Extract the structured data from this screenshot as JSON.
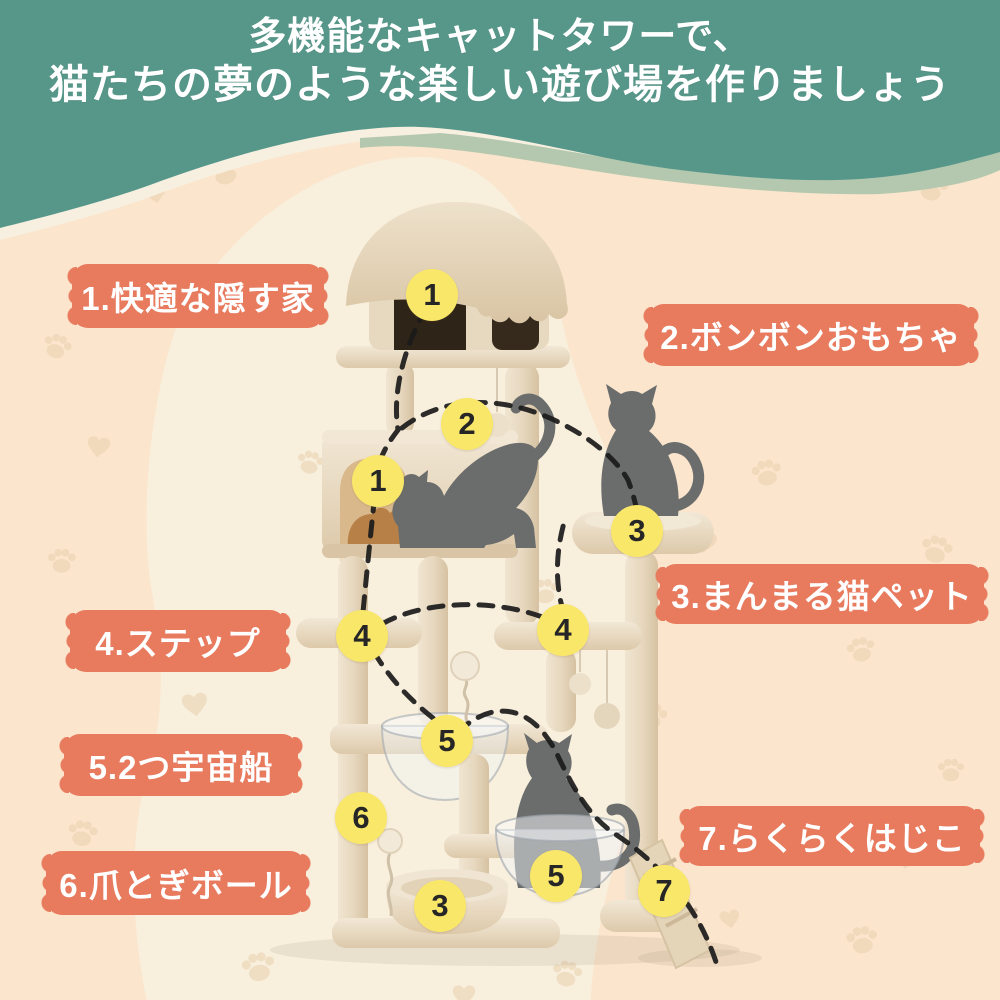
{
  "header": {
    "line1": "多機能なキャットタワーで、",
    "line2": "猫たちの夢のような楽しい遊び場を作りましょう"
  },
  "feature_labels": [
    {
      "number": 1,
      "text": "1.快適な隠す家"
    },
    {
      "number": 2,
      "text": "2.ボンボンおもちゃ"
    },
    {
      "number": 3,
      "text": "3.まんまる猫ペット"
    },
    {
      "number": 4,
      "text": "4.ステップ"
    },
    {
      "number": 5,
      "text": "5.2つ宇宙船"
    },
    {
      "number": 6,
      "text": "6.爪とぎボール"
    },
    {
      "number": 7,
      "text": "7.らくらくはじこ"
    }
  ],
  "markers": [
    {
      "name": "house",
      "number": "1"
    },
    {
      "name": "condo",
      "number": "1"
    },
    {
      "name": "pompom-toy",
      "number": "2"
    },
    {
      "name": "top-perch",
      "number": "3"
    },
    {
      "name": "step-left",
      "number": "4"
    },
    {
      "name": "step-right",
      "number": "4"
    },
    {
      "name": "bowl-top",
      "number": "5"
    },
    {
      "name": "scratch-post",
      "number": "6"
    },
    {
      "name": "bowl-bottom",
      "number": "5"
    },
    {
      "name": "bottom-bed",
      "number": "3"
    },
    {
      "name": "ramp",
      "number": "7"
    }
  ],
  "colors": {
    "header_teal": "#57978a",
    "header_sage_stripe": "#b3c8ae",
    "header_cream_stripe": "#f7f0e0",
    "background_peach": "#fbe5cc",
    "background_cream_blob": "#f8efdd",
    "banner_coral": "#e87a5e",
    "banner_text": "#ffffff",
    "marker_yellow": "#f9e76a",
    "marker_text": "#262626",
    "tower_beige": "#e8dac3",
    "condo_interior_amber": "#d9b88b",
    "door_dark_brown": "#2f2418",
    "cat_silhouette_gray": "#6b6d6c",
    "dashed_line": "#1b1b1b"
  }
}
